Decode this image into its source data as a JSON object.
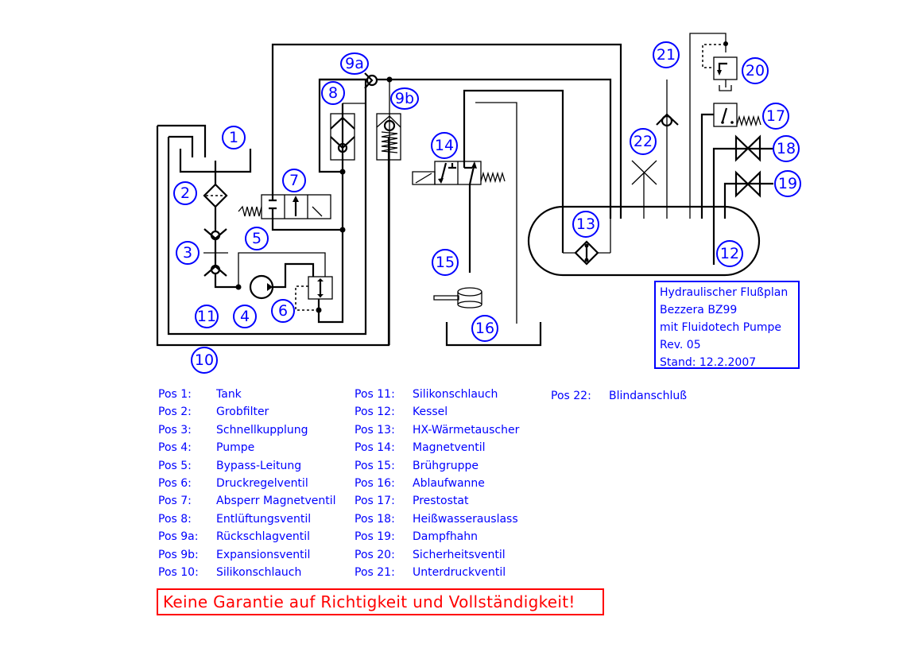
{
  "diagram": {
    "callouts": [
      {
        "id": "1",
        "label": "1"
      },
      {
        "id": "2",
        "label": "2"
      },
      {
        "id": "3",
        "label": "3"
      },
      {
        "id": "4",
        "label": "4"
      },
      {
        "id": "5",
        "label": "5"
      },
      {
        "id": "6",
        "label": "6"
      },
      {
        "id": "7",
        "label": "7"
      },
      {
        "id": "8",
        "label": "8"
      },
      {
        "id": "9a",
        "label": "9a"
      },
      {
        "id": "9b",
        "label": "9b"
      },
      {
        "id": "10",
        "label": "10"
      },
      {
        "id": "11",
        "label": "11"
      },
      {
        "id": "12",
        "label": "12"
      },
      {
        "id": "13",
        "label": "13"
      },
      {
        "id": "14",
        "label": "14"
      },
      {
        "id": "15",
        "label": "15"
      },
      {
        "id": "16",
        "label": "16"
      },
      {
        "id": "17",
        "label": "17"
      },
      {
        "id": "18",
        "label": "18"
      },
      {
        "id": "19",
        "label": "19"
      },
      {
        "id": "20",
        "label": "20"
      },
      {
        "id": "21",
        "label": "21"
      },
      {
        "id": "22",
        "label": "22"
      }
    ]
  },
  "title_block": {
    "line1": "Hydraulischer Flußplan",
    "line2": "Bezzera BZ99",
    "line3": "mit Fluidotech Pumpe",
    "line4": "Rev. 05",
    "line5": "Stand: 12.2.2007"
  },
  "legend": {
    "col1": [
      {
        "pos": "Pos 1:",
        "name": "Tank"
      },
      {
        "pos": "Pos 2:",
        "name": "Grobfilter"
      },
      {
        "pos": "Pos 3:",
        "name": "Schnellkupplung"
      },
      {
        "pos": "Pos 4:",
        "name": "Pumpe"
      },
      {
        "pos": "Pos 5:",
        "name": "Bypass-Leitung"
      },
      {
        "pos": "Pos 6:",
        "name": "Druckregelventil"
      },
      {
        "pos": "Pos 7:",
        "name": "Absperr Magnetventil"
      },
      {
        "pos": "Pos 8:",
        "name": "Entlüftungsventil"
      },
      {
        "pos": "Pos 9a:",
        "name": "Rückschlagventil"
      },
      {
        "pos": "Pos 9b:",
        "name": "Expansionsventil"
      },
      {
        "pos": "Pos 10:",
        "name": "Silikonschlauch"
      }
    ],
    "col2": [
      {
        "pos": "Pos 11:",
        "name": "Silikonschlauch"
      },
      {
        "pos": "Pos 12:",
        "name": "Kessel"
      },
      {
        "pos": "Pos 13:",
        "name": "HX-Wärmetauscher"
      },
      {
        "pos": "Pos 14:",
        "name": "Magnetventil"
      },
      {
        "pos": "Pos 15:",
        "name": "Brühgruppe"
      },
      {
        "pos": "Pos 16:",
        "name": "Ablaufwanne"
      },
      {
        "pos": "Pos 17:",
        "name": "Prestostat"
      },
      {
        "pos": "Pos 18:",
        "name": "Heißwasserauslass"
      },
      {
        "pos": "Pos 19:",
        "name": "Dampfhahn"
      },
      {
        "pos": "Pos 20:",
        "name": "Sicherheitsventil"
      },
      {
        "pos": "Pos 21:",
        "name": "Unterdruckventil"
      }
    ],
    "col3": [
      {
        "pos": "Pos 22:",
        "name": "Blindanschluß"
      }
    ]
  },
  "disclaimer": "Keine Garantie auf Richtigkeit und Vollständigkeit!"
}
